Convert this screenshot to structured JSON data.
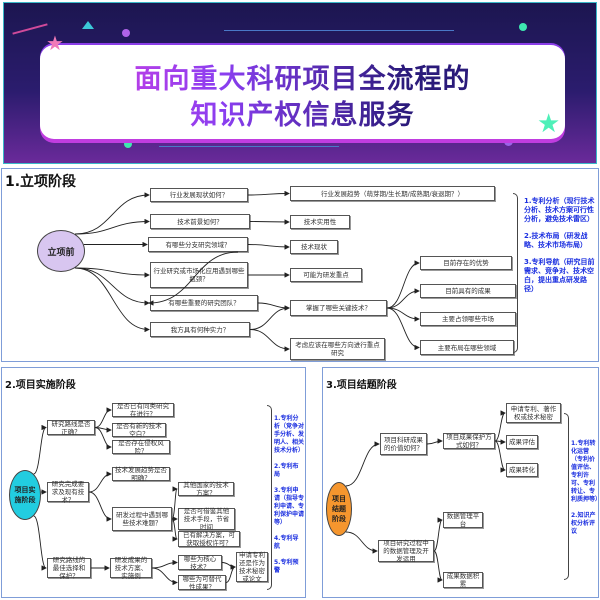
{
  "banner": {
    "title_line1": "面向重大科研项目全流程的",
    "title_line2": "知识产权信息服务"
  },
  "stage1": {
    "title": "1.立项阶段",
    "root": "立项前",
    "questions": [
      "行业发展现状如何？",
      "技术前景如何？",
      "有哪些分支研究领域？",
      "行业研究或市场化应用遇到哪些瓶颈？",
      "有哪些重要的研究团队？",
      "我方具有何种实力？"
    ],
    "findings": [
      "行业发展趋势（萌芽期/生长期/成熟期/衰退期？）",
      "技术实用性",
      "技术现状",
      "可能为研发重点",
      "掌握了哪些关键技术？",
      "考虑应该在哪些方向进行重点研究"
    ],
    "details": [
      "目前存在的优势",
      "目前具有的成果",
      "主要占领哪些市场",
      "主要布局在哪些领域"
    ],
    "services": [
      "1.专利分析（现行技术分析、技术方案可行性分析，避免技术雷区）",
      "2.技术布局（研发战略、技术市场布局）",
      "3.专利导航（研究目前需求、竞争对、技术空白，提出重点研发路径）"
    ]
  },
  "stage2": {
    "title": "2.项目实施阶段",
    "root": "项目实施阶段",
    "level1": [
      "研究路线是否正确？",
      "研究完成要求及现有技术？",
      "研究路线的最佳选择和保护？"
    ],
    "level2": [
      "是否已有同类研究在进行？",
      "是否有新的技术空白？",
      "是否存在侵权风险？",
      "技术发展趋势是否明确？",
      "研发过程中遇到哪些技术难题？",
      "研发成果的技术方案、实施例"
    ],
    "level3": [
      "其他国家的技术方案？",
      "是否可借鉴其他技术手段，节省时间",
      "已有解决方案，可获取授权许可？",
      "哪些为核心技术？",
      "哪些为可替代性成果？"
    ],
    "level4": [
      "申请专利还是作为技术秘密或论文"
    ],
    "services": [
      "1.专利分析（竞争对手分析、发明人、相关技术分析）",
      "2.专利布局",
      "3.专利申请（指导专利申请、专利保护申请等）",
      "4.专利导航",
      "5.专利预警"
    ]
  },
  "stage3": {
    "title": "3.项目结题阶段",
    "root": "项目结题阶段",
    "level1": [
      "项目科研成果的价值如何？",
      "项目研究过程中的数据管理及开发运用"
    ],
    "level2": [
      "项目成果保护方式如何？",
      "数据管理平台",
      "成果数据积累"
    ],
    "level3": [
      "申请专利、著作权或技术秘密",
      "成果评估",
      "成果转化"
    ],
    "services": [
      "1.专利转化运营（专利价值评估、专利许可、专利转让、专利质押等）",
      "2.知识产权分析评议"
    ]
  },
  "colors": {
    "root1": "#d8c6f0",
    "root2": "#22cde0",
    "root3": "#f5962e",
    "note": "#1a2ee0"
  }
}
